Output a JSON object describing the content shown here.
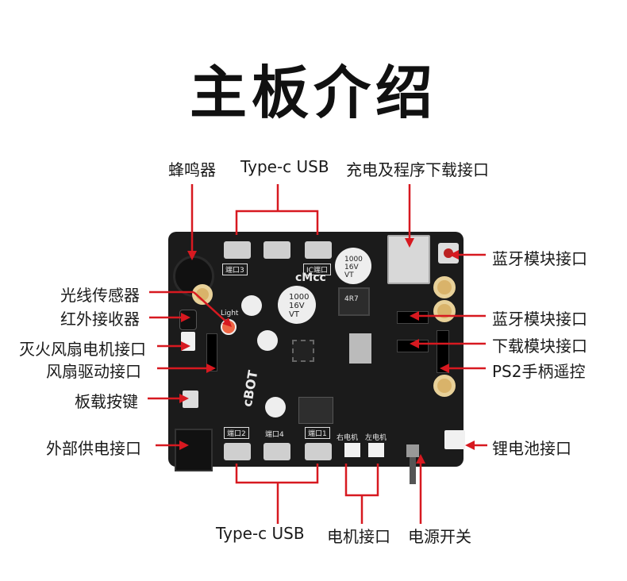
{
  "title": "主板介绍",
  "labels": {
    "buzzer": "蜂鸣器",
    "usb_top": "Type-c USB",
    "charge_download": "充电及程序下载接口",
    "bluetooth_1": "蓝牙模块接口",
    "bluetooth_2": "蓝牙模块接口",
    "download_module": "下载模块接口",
    "ps2": "PS2手柄遥控",
    "light_sensor": "光线传感器",
    "ir_receiver": "红外接收器",
    "fan_motor": "灭火风扇电机接口",
    "fan_driver": "风扇驱动接口",
    "onboard_button": "板载按键",
    "external_power": "外部供电接口",
    "lithium": "锂电池接口",
    "usb_bottom": "Type-c USB",
    "motor": "电机接口",
    "power_switch": "电源开关"
  },
  "board": {
    "port3": "端口3",
    "port_ic": "IC端口",
    "port2": "端口2",
    "port1": "端口1",
    "port4": "端口4",
    "brand": "cMcc",
    "cap_big": "1000\n16V\nVT",
    "cap_small_a": "1000\n16V\nVT",
    "inductor": "4R7",
    "logo": "cBOT",
    "right_motor": "右电机",
    "left_motor": "左电机",
    "light": "Light"
  },
  "colors": {
    "line": "#d71920",
    "board": "#1b1b1b",
    "silk": "#e9e9e9"
  }
}
